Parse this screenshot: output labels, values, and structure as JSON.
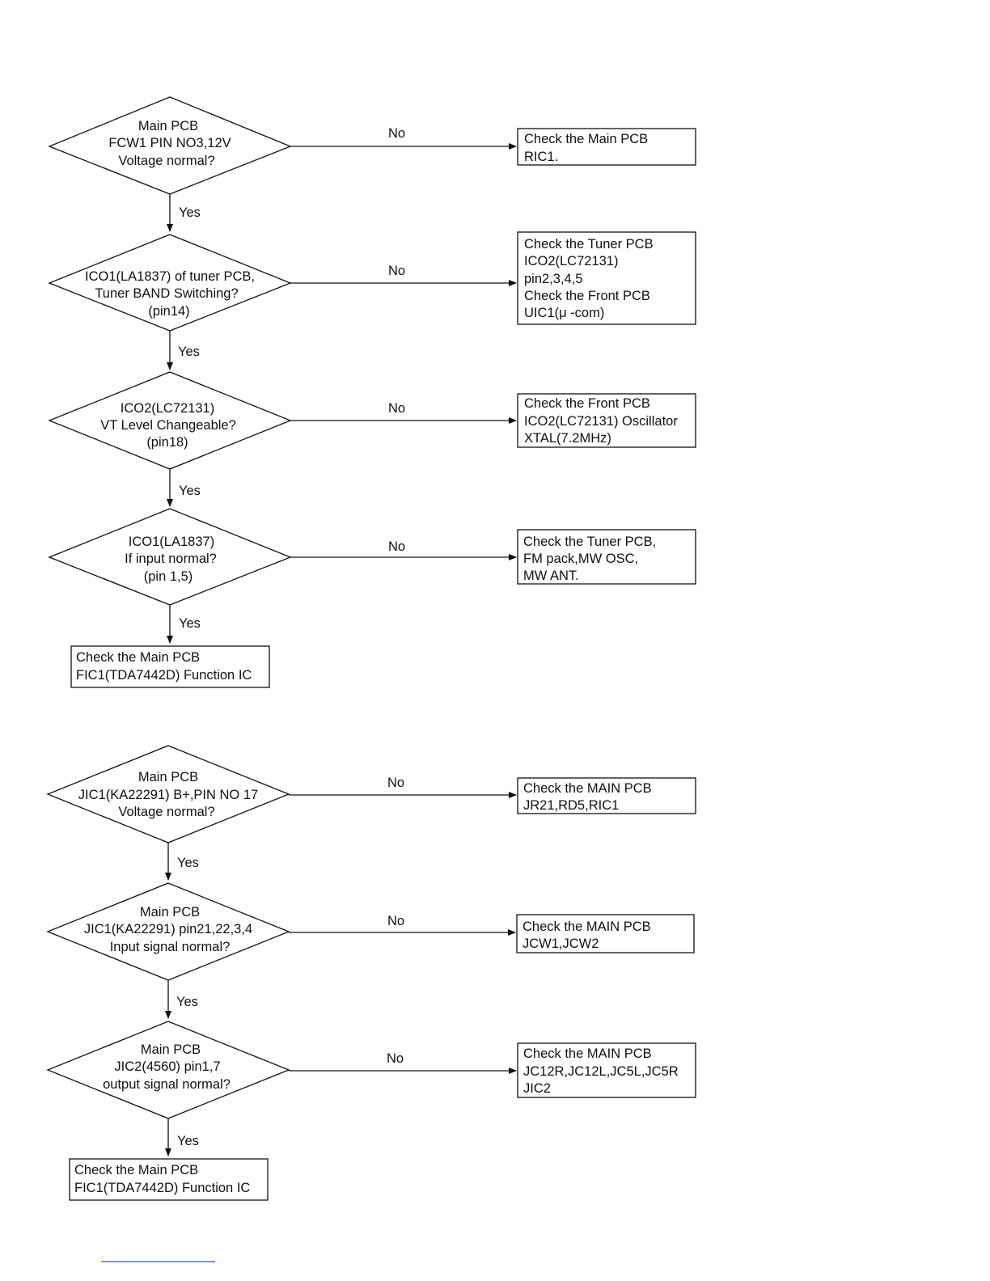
{
  "labels": {
    "no": "No",
    "yes": "Yes"
  },
  "flow1": {
    "decisions": [
      {
        "lines": [
          "Main PCB",
          "FCW1 PIN NO3,12V",
          "Voltage normal?"
        ],
        "no_box": [
          "Check the Main PCB",
          "RIC1."
        ]
      },
      {
        "lines": [
          "ICO1(LA1837) of tuner PCB,",
          "Tuner BAND Switching?",
          "(pin14)"
        ],
        "no_box": [
          "Check the Tuner PCB",
          "ICO2(LC72131)",
          "pin2,3,4,5",
          "Check the Front PCB",
          "UIC1(μ  -com)"
        ]
      },
      {
        "lines": [
          "ICO2(LC72131)",
          "VT Level Changeable?",
          "(pin18)"
        ],
        "no_box": [
          "Check the Front PCB",
          "ICO2(LC72131) Oscillator",
          "XTAL(7.2MHz)"
        ]
      },
      {
        "lines": [
          "ICO1(LA1837)",
          "If input normal?",
          "(pin 1,5)"
        ],
        "no_box": [
          "Check the Tuner PCB,",
          "FM pack,MW OSC,",
          "MW ANT."
        ]
      }
    ],
    "end_box": [
      "Check the Main PCB",
      "FIC1(TDA7442D) Function IC"
    ]
  },
  "flow2": {
    "decisions": [
      {
        "lines": [
          "Main PCB",
          "JIC1(KA22291) B+,PIN NO 17",
          "Voltage normal?"
        ],
        "no_box": [
          "Check the MAIN PCB",
          "JR21,RD5,RIC1"
        ]
      },
      {
        "lines": [
          "Main PCB",
          "JIC1(KA22291) pin21,22,3,4",
          "Input signal normal?"
        ],
        "no_box": [
          "Check the MAIN PCB",
          "JCW1,JCW2"
        ]
      },
      {
        "lines": [
          "Main PCB",
          "JIC2(4560) pin1,7",
          "output signal normal?"
        ],
        "no_box": [
          "Check the MAIN PCB",
          "JC12R,JC12L,JC5L,JC5R",
          "JIC2"
        ]
      }
    ],
    "end_box": [
      "Check the Main PCB",
      "FIC1(TDA7442D) Function IC"
    ]
  }
}
